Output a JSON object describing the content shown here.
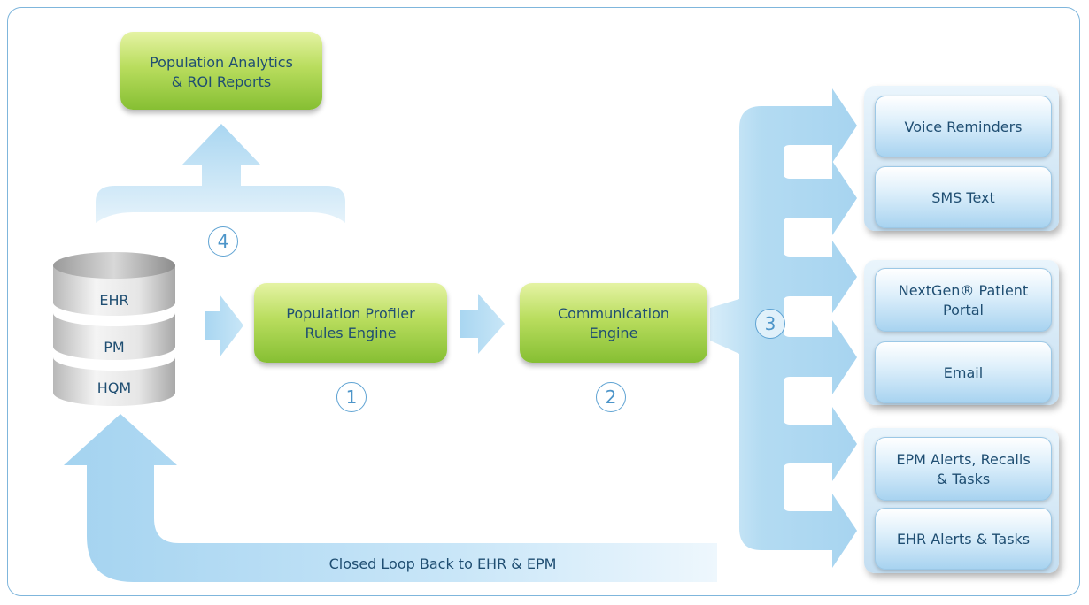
{
  "database": {
    "layers": [
      "EHR",
      "PM",
      "HQM"
    ]
  },
  "analytics": {
    "line1": "Population Analytics",
    "line2": "& ROI Reports"
  },
  "profiler": {
    "line1": "Population Profiler",
    "line2": "Rules Engine"
  },
  "communication": {
    "line1": "Communication",
    "line2": "Engine"
  },
  "steps": {
    "one": "1",
    "two": "2",
    "three": "3",
    "four": "4"
  },
  "outputs": {
    "voice": "Voice Reminders",
    "sms": "SMS Text",
    "portal_line1": "NextGen® Patient",
    "portal_line2": "Portal",
    "email": "Email",
    "epm_line1": "EPM Alerts, Recalls",
    "epm_line2": "& Tasks",
    "ehr_alerts": "EHR Alerts & Tasks"
  },
  "loop": {
    "label": "Closed Loop Back to EHR & EPM"
  },
  "colors": {
    "arrow": "#aed8f2",
    "green": "#9ccd45",
    "text": "#1f4e72",
    "border": "#7fb6dc"
  }
}
